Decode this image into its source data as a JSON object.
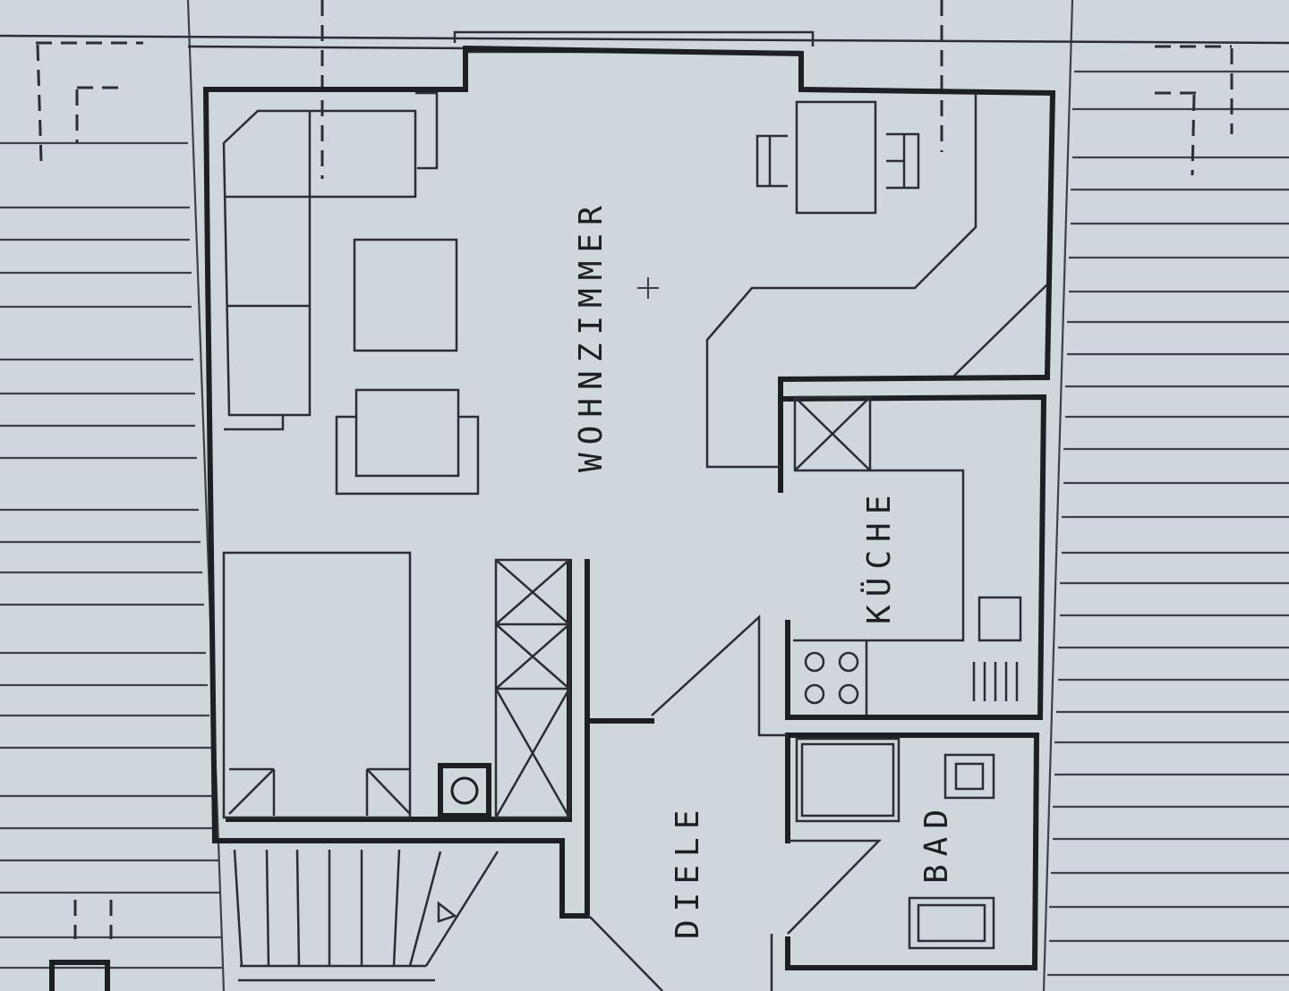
{
  "rooms": {
    "living": "WOHNZIMMER",
    "kitchen": "KÜCHE",
    "hall": "DIELE",
    "bath": "BAD"
  },
  "colors": {
    "paper": "#cfd6dc",
    "ink": "#1c1f24"
  }
}
